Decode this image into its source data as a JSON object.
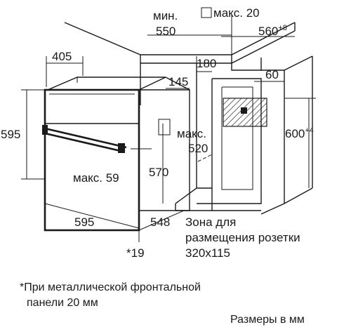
{
  "dimensions": {
    "min_label": "мин.",
    "min_value": "550",
    "max20_label": "макс. 20",
    "width_560": "560",
    "width_560_sup": "+8",
    "depth_405": "405",
    "dim_180": "180",
    "dim_60": "60",
    "dim_145": "145",
    "height_595": "595",
    "height_600": "600",
    "height_600_sup": "+4",
    "max_label": "макс.",
    "max_520": "520",
    "max59": "макс. 59",
    "height_570": "570",
    "width_595": "595",
    "depth_548": "548",
    "footnote_mark": "*19"
  },
  "socket_zone": {
    "line1": "Зона для",
    "line2": "размещения розетки",
    "line3": "320x115"
  },
  "footnote": {
    "line1": "*При металлической фронтальной",
    "line2": "панели 20 мм"
  },
  "units_note": "Размеры в мм"
}
